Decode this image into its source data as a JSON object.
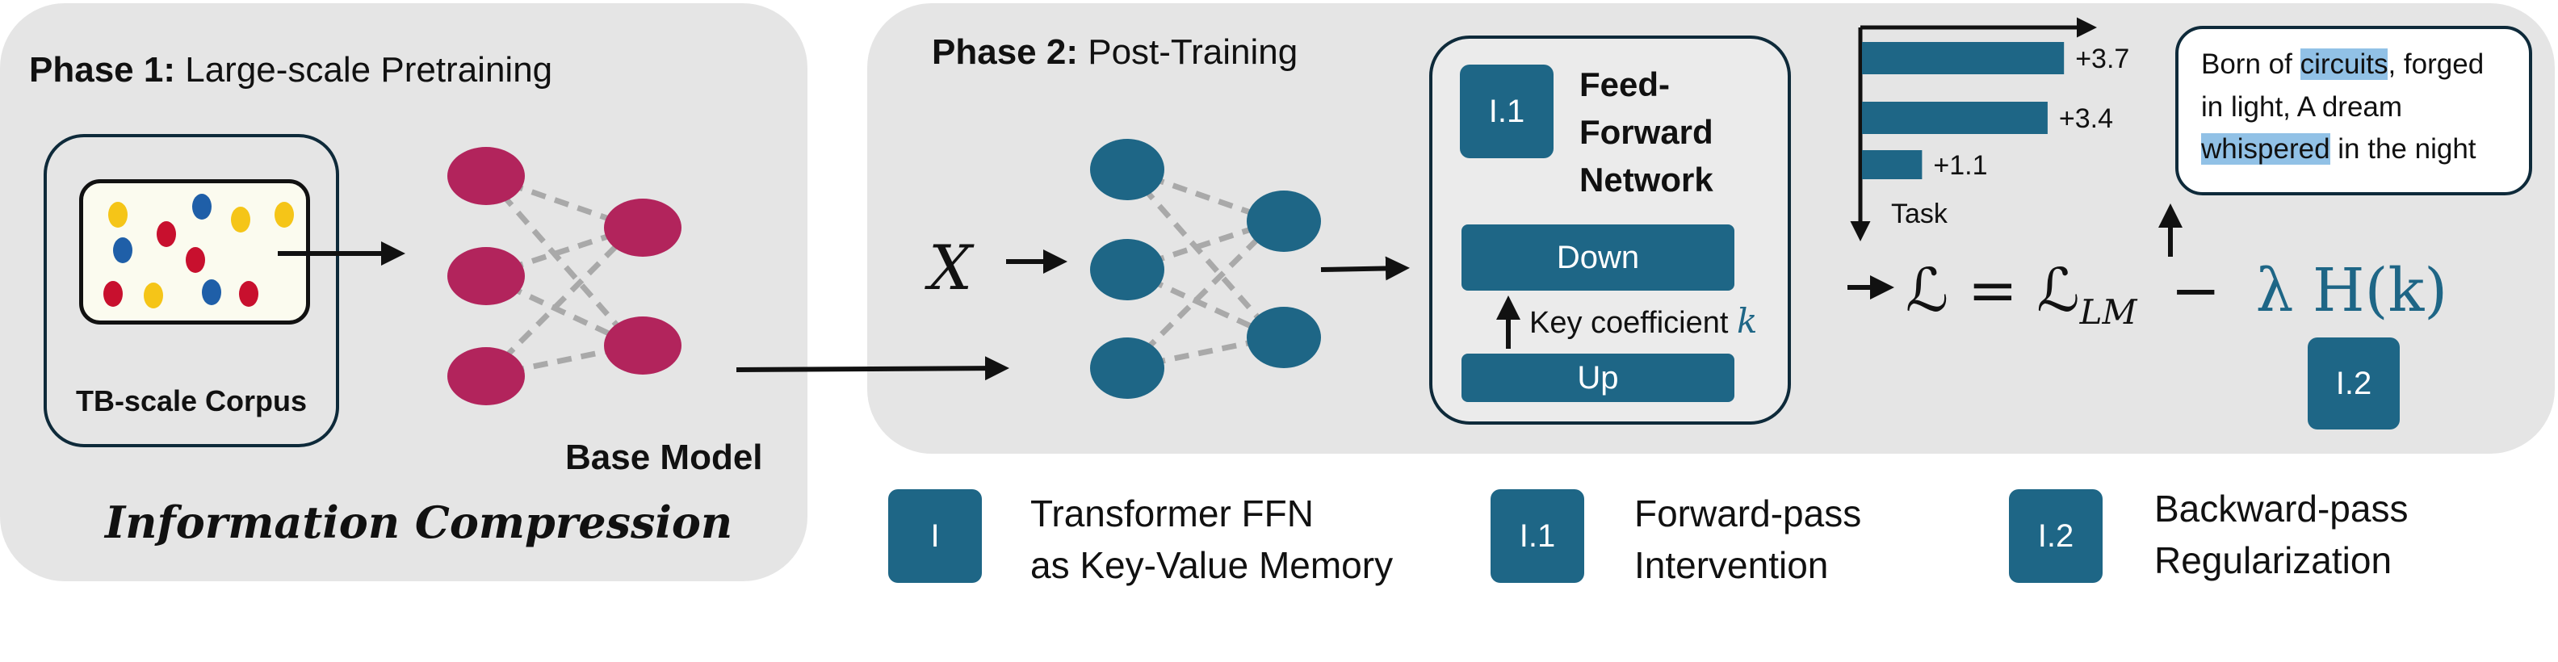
{
  "colors": {
    "panel": "#e5e5e5",
    "accent": "#1e6686",
    "node_pretrain": "#b2245c",
    "node_post": "#1e6686",
    "highlight": "#91c1e6",
    "dot_yellow": "#f5c518",
    "dot_red": "#c8102e",
    "dot_blue": "#1f5fa8"
  },
  "phase1": {
    "label_bold": "Phase 1:",
    "label_rest": "Large-scale Pretraining",
    "corpus_label": "TB-scale Corpus",
    "base_model_label": "Base Model",
    "caption": "Information Compression"
  },
  "phase2": {
    "label_bold": "Phase 2:",
    "label_rest": "Post-Training",
    "input_symbol": "X",
    "ffn": {
      "badge": "I.1",
      "title_lines": [
        "Feed-",
        "Forward",
        "Network"
      ],
      "down_label": "Down",
      "up_label": "Up",
      "key_coef_text": "Key coefficient",
      "key_symbol": "k"
    },
    "loss": {
      "lhs": "ℒ = ℒ",
      "sub": "LM",
      "minus": "−",
      "reg": "λ H(k)",
      "badge": "I.2"
    },
    "task_chart_label": "Task",
    "sample_text": {
      "line1_pre": "Born of ",
      "line1_hl": "circuits",
      "line1_post": ", forged",
      "line2": "in light, A dream",
      "line3_hl": "whispered",
      "line3_post": " in the night"
    }
  },
  "chart_data": {
    "type": "bar",
    "orientation": "horizontal",
    "xlabel": "",
    "ylabel": "Task",
    "values": [
      3.7,
      3.4,
      1.1
    ],
    "labels": [
      "+3.7",
      "+3.4",
      "+1.1"
    ],
    "xlim": [
      0,
      4.2
    ],
    "grid": false
  },
  "legend": [
    {
      "badge": "I",
      "line1": "Transformer FFN",
      "line2": "as Key-Value Memory"
    },
    {
      "badge": "I.1",
      "line1": "Forward-pass",
      "line2": "Intervention"
    },
    {
      "badge": "I.2",
      "line1": "Backward-pass",
      "line2": "Regularization"
    }
  ]
}
